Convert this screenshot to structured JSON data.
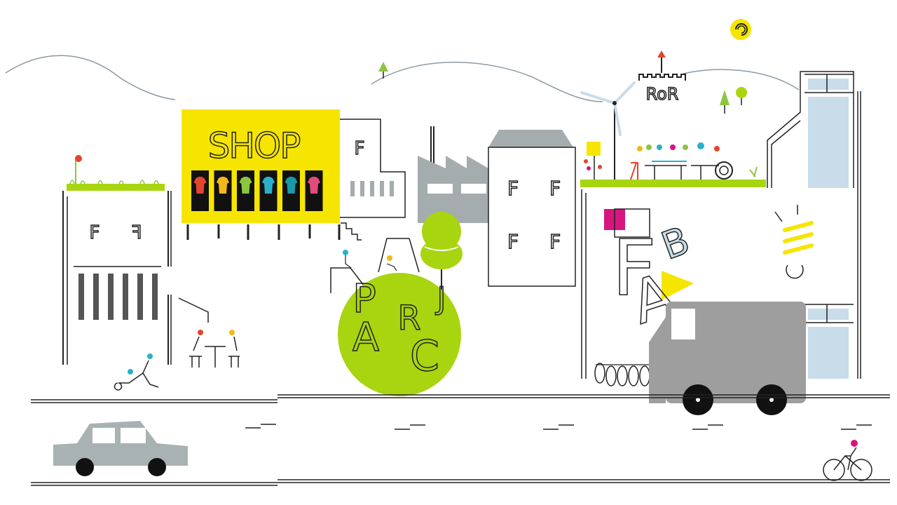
{
  "signs": {
    "shop": "SHOP",
    "parc": [
      "P",
      "A",
      "R",
      "C",
      "J"
    ],
    "fab": [
      "F",
      "A",
      "B"
    ],
    "castle": "RoR",
    "tower_letters": [
      "F",
      "F"
    ]
  },
  "colors": {
    "yellow": "#f6e500",
    "green": "#a8d50f",
    "grey": "#a4acad",
    "van": "#9e9e9e",
    "car": "#a9b2b3",
    "magenta": "#d6157e",
    "light_blue": "#c9dce9",
    "line": "#222222"
  },
  "shirts": [
    "#e2452c",
    "#f2b81a",
    "#8cc63e",
    "#2ab1c9",
    "#1a9aa6",
    "#e24c7a"
  ],
  "icons": [
    "sun-icon",
    "wind-turbine-icon",
    "tree-icon",
    "flower-icon",
    "bulb-icon",
    "bicycle-icon",
    "car-icon",
    "van-icon",
    "factory-icon",
    "castle-icon"
  ]
}
